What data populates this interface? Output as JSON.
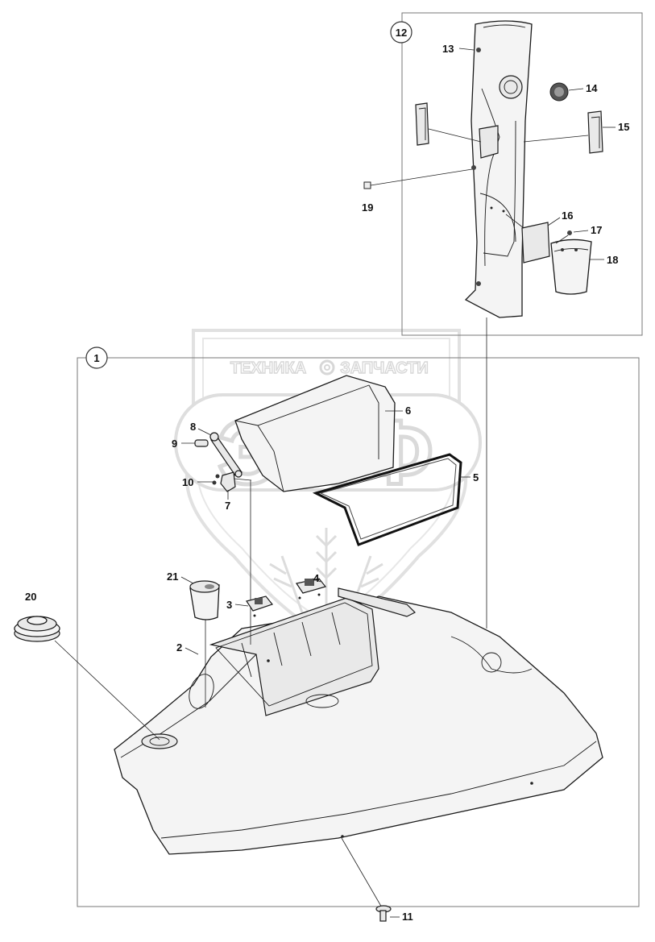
{
  "watermark": {
    "brand_letters": "ЭПФ",
    "caption_left": "ТЕХНИКА",
    "caption_right": "ЗАПЧАСТИ"
  },
  "callouts": {
    "c1": "1",
    "c2": "2",
    "c3": "3",
    "c4": "4",
    "c5": "5",
    "c6": "6",
    "c7": "7",
    "c8": "8",
    "c9": "9",
    "c10": "10",
    "c11": "11",
    "c12": "12",
    "c13": "13",
    "c14": "14",
    "c15": "15",
    "c16": "16",
    "c17": "17",
    "c18": "18",
    "c19": "19",
    "c20": "20",
    "c21": "21"
  },
  "colors": {
    "line": "#1a1a1a",
    "watermark": "#c8c8c8",
    "part_fill": "#f4f4f4"
  }
}
